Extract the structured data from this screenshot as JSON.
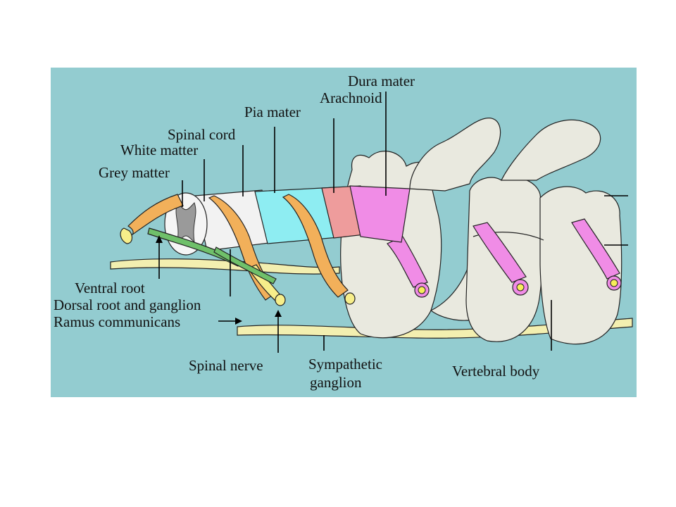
{
  "colors": {
    "background": "#93ccd0",
    "bone": "#e9e9df",
    "dura": "#f08ce6",
    "arachnoid": "#ee9c9c",
    "pia": "#8eedf2",
    "cord_white": "#f2f2f2",
    "grey_matter": "#9a9a9a",
    "dorsal_root": "#f2b05a",
    "ventral_root": "#f2e26a",
    "nerve": "#f7ee8a",
    "sympathetic_chain": "#f3efb0",
    "ramus": "#6fc06a"
  },
  "labels": {
    "dura_mater": "Dura mater",
    "arachnoid": "Arachnoid",
    "pia_mater": "Pia mater",
    "spinal_cord": "Spinal cord",
    "white_matter": "White matter",
    "grey_matter": "Grey matter",
    "ventral_root": "Ventral root",
    "dorsal_root_ganglion": "Dorsal root and ganglion",
    "ramus_communicans": "Ramus communicans",
    "spinal_nerve": "Spinal nerve",
    "sympathetic_ganglion_line1": "Sympathetic",
    "sympathetic_ganglion_line2": "ganglion",
    "vertebral_body": "Vertebral body"
  }
}
